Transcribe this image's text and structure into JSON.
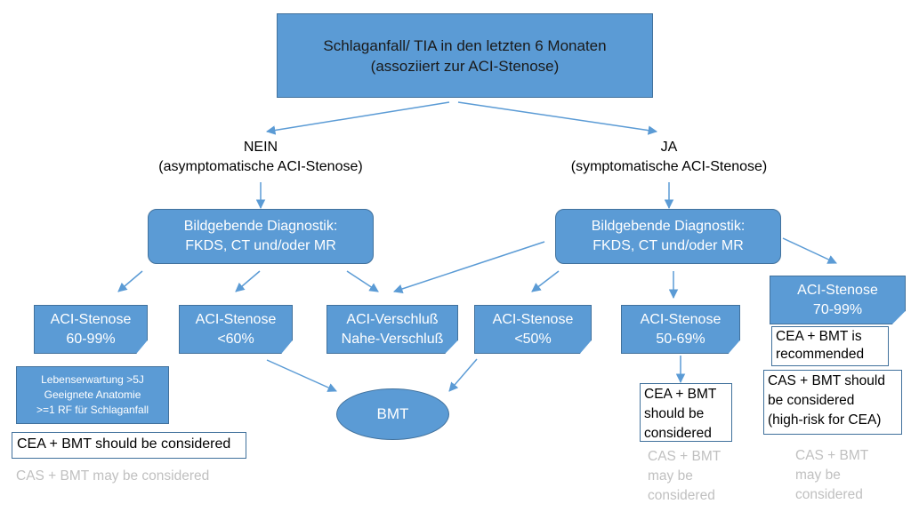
{
  "top": {
    "line1": "Schlaganfall/ TIA in den letzten 6 Monaten",
    "line2": "(assoziiert zur ACI-Stenose)"
  },
  "branches": {
    "nein": {
      "label": "NEIN",
      "sub": "(asymptomatische ACI-Stenose)"
    },
    "ja": {
      "label": "JA",
      "sub": "(symptomatische ACI-Stenose)"
    }
  },
  "imaging": {
    "left": {
      "line1": "Bildgebende Diagnostik:",
      "line2": "FKDS, CT und/oder MR"
    },
    "right": {
      "line1": "Bildgebende Diagnostik:",
      "line2": "FKDS, CT und/oder MR"
    }
  },
  "stenosis": {
    "s1": {
      "line1": "ACI-Stenose",
      "line2": "60-99%"
    },
    "s2": {
      "line1": "ACI-Stenose",
      "line2": "<60%"
    },
    "s3": {
      "line1": "ACI-Verschluß",
      "line2": "Nahe-Verschluß"
    },
    "s4": {
      "line1": "ACI-Stenose",
      "line2": "<50%"
    },
    "s5": {
      "line1": "ACI-Stenose",
      "line2": "50-69%"
    },
    "s6": {
      "line1": "ACI-Stenose",
      "line2": "70-99%"
    }
  },
  "criteria": {
    "line1": "Lebenserwartung >5J",
    "line2": "Geeignete Anatomie",
    "line3": ">=1 RF für Schlaganfall"
  },
  "bmt": "BMT",
  "recommendations": {
    "left_cea": "CEA + BMT should be considered",
    "left_cas": "CAS + BMT may be considered",
    "mid_cea": {
      "line1": "CEA + BMT",
      "line2": "should be",
      "line3": "considered"
    },
    "mid_cas": {
      "line1": "CAS + BMT",
      "line2": "may be",
      "line3": "considered"
    },
    "right_cea": {
      "line1": "CEA + BMT is",
      "line2": "recommended"
    },
    "right_cas": {
      "line1": "CAS + BMT should",
      "line2": "be considered",
      "line3": "(high-risk for CEA)"
    },
    "right_cas_gray": {
      "line1": "CAS + BMT",
      "line2": "may be",
      "line3": "considered"
    }
  },
  "colors": {
    "box_fill": "#5b9bd5",
    "box_border": "#41719c",
    "arrow": "#5b9bd5",
    "gray_text": "#c0c0c0"
  }
}
